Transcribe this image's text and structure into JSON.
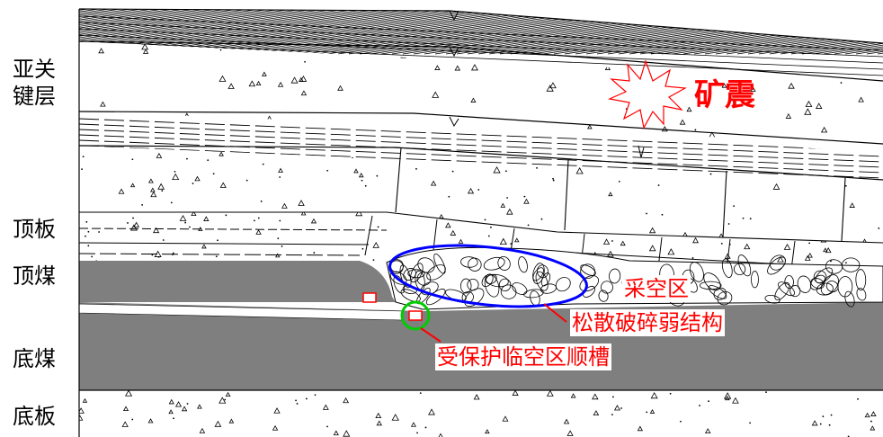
{
  "strata_labels": {
    "sub_key_layer_line1": "亚关",
    "sub_key_layer_line2": "键层",
    "roof": "顶板",
    "top_coal": "顶煤",
    "bottom_coal": "底煤",
    "floor": "底板"
  },
  "annotations": {
    "mine_tremor": "矿震",
    "goaf": "采空区",
    "loose_broken_structure": "松散破碎弱结构",
    "protected_roadway": "受保护临空区顺槽"
  },
  "colors": {
    "annotation": "#ff0000",
    "ellipse_outline": "#0000ff",
    "roadway_circle": "#00cc00",
    "coal": "#7f7f7f"
  }
}
